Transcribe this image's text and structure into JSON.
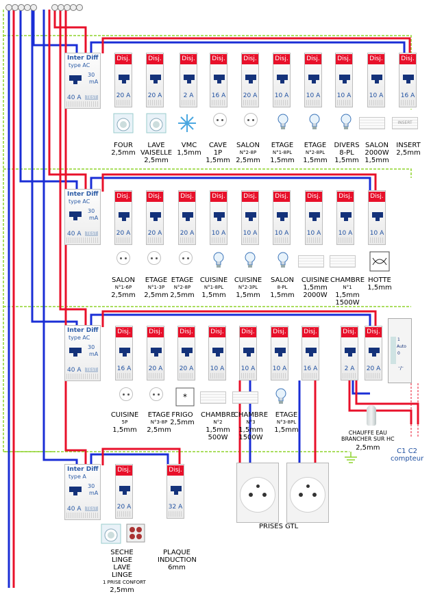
{
  "colors": {
    "phase": "#e8102a",
    "neutral": "#1a2ed6",
    "earth": "#8ed32a",
    "breaker_tag": "#e8102a",
    "lever": "#14327a"
  },
  "diff_labels": {
    "title": "Inter Diff",
    "sens1": "30",
    "sens2": "mA",
    "test": "TEST"
  },
  "breaker_tag": "Disj.",
  "rows": [
    {
      "diff": {
        "type": "type AC",
        "rating": "40 A"
      },
      "breakers": [
        "20 A",
        "20 A",
        "2 A",
        "16 A",
        "20 A",
        "10 A",
        "10 A",
        "10 A",
        "10 A",
        "16 A"
      ],
      "circuits": [
        {
          "name": "FOUR",
          "sub": "",
          "size": "2,5mm",
          "icon": "oven-icon"
        },
        {
          "name": "LAVE\nVAISELLE",
          "sub": "",
          "size": "2,5mm",
          "icon": "dishwasher-icon"
        },
        {
          "name": "VMC",
          "sub": "",
          "size": "1,5mm",
          "icon": "fan-icon"
        },
        {
          "name": "CAVE\n1P",
          "sub": "",
          "size": "1,5mm",
          "icon": "socket-icon"
        },
        {
          "name": "SALON",
          "sub": "N°2-8P",
          "size": "2,5mm",
          "icon": "socket-icon"
        },
        {
          "name": "ETAGE",
          "sub": "N°1-8PL",
          "size": "1,5mm",
          "icon": "bulb-icon"
        },
        {
          "name": "ETAGE",
          "sub": "N°2-8PL",
          "size": "1,5mm",
          "icon": "bulb-icon"
        },
        {
          "name": "DIVERS\n8-PL",
          "sub": "",
          "size": "1,5mm",
          "icon": "bulb-icon"
        },
        {
          "name": "SALON\n2000W",
          "sub": "",
          "size": "1,5mm",
          "icon": "heater-icon"
        },
        {
          "name": "INSERT",
          "sub": "",
          "size": "2,5mm",
          "icon": "insert-icon"
        }
      ]
    },
    {
      "diff": {
        "type": "type AC",
        "rating": "40 A"
      },
      "breakers": [
        "20 A",
        "20 A",
        "20 A",
        "10 A",
        "10 A",
        "10 A",
        "10 A",
        "10 A",
        "10 A"
      ],
      "circuits": [
        {
          "name": "SALON",
          "sub": "N°1-6P",
          "size": "2,5mm",
          "icon": "socket-icon"
        },
        {
          "name": "ETAGE",
          "sub": "N°1-3P",
          "size": "2,5mm",
          "icon": "socket-icon"
        },
        {
          "name": "ETAGE",
          "sub": "N°2-8P",
          "size": "2,5mm",
          "icon": "socket-icon"
        },
        {
          "name": "CUISINE",
          "sub": "N°1-8PL",
          "size": "1,5mm",
          "icon": "bulb-icon"
        },
        {
          "name": "CUISINE",
          "sub": "N°2-3PL",
          "size": "1,5mm",
          "icon": "bulb-icon"
        },
        {
          "name": "SALON",
          "sub": "8-PL",
          "size": "1,5mm",
          "icon": "bulb-icon"
        },
        {
          "name": "CUISINE",
          "sub": "",
          "size": "1,5mm\n2000W",
          "icon": "heater-icon"
        },
        {
          "name": "CHAMBRE",
          "sub": "N°1",
          "size": "1,5mm\n1500W",
          "icon": "heater-icon"
        },
        {
          "name": "HOTTE",
          "sub": "",
          "size": "1,5mm",
          "icon": "hood-icon"
        }
      ]
    },
    {
      "diff": {
        "type": "type AC",
        "rating": "40 A"
      },
      "breakers": [
        "16 A",
        "20 A",
        "20 A",
        "10 A",
        "10 A",
        "10 A",
        "16 A",
        "2 A",
        "20 A"
      ],
      "circuits": [
        {
          "name": "CUISINE",
          "sub": "5P",
          "size": "1,5mm",
          "icon": "socket-icon"
        },
        {
          "name": "ETAGE",
          "sub": "N°3-8P",
          "size": "2,5mm",
          "icon": "socket-icon"
        },
        {
          "name": "FRIGO",
          "sub": "",
          "size": "2,5mm",
          "icon": "fridge-icon"
        },
        {
          "name": "CHAMBRE",
          "sub": "N°2",
          "size": "1,5mm\n500W",
          "icon": "heater-icon"
        },
        {
          "name": "CHAMBRE",
          "sub": "N°3",
          "size": "1,5mm\n1500W",
          "icon": "heater-icon"
        },
        {
          "name": "ETAGE",
          "sub": "N°3-8PL",
          "size": "1,5mm",
          "icon": "bulb-icon"
        }
      ],
      "contactor": {
        "l1": "1",
        "l2": "Auto",
        "l3": "0"
      },
      "water_heater": {
        "name": "CHAUFFE EAU",
        "note": "BRANCHER SUR HC",
        "size": "2,5mm"
      },
      "meter": {
        "c": "C1  C2",
        "label": "compteur"
      },
      "gtl": {
        "label": "PRISES GTL"
      }
    },
    {
      "diff": {
        "type": "type A",
        "rating": "40 A"
      },
      "breakers": [
        "20 A",
        "32 A"
      ],
      "circuits": [
        {
          "name": "SECHE LINGE\nLAVE LINGE",
          "sub": "1 PRISE CONFORT",
          "size": "2,5mm",
          "icon": "washer-icon"
        },
        {
          "name": "PLAQUE\nINDUCTION",
          "sub": "",
          "size": "6mm",
          "icon": "hob-icon"
        }
      ]
    }
  ]
}
